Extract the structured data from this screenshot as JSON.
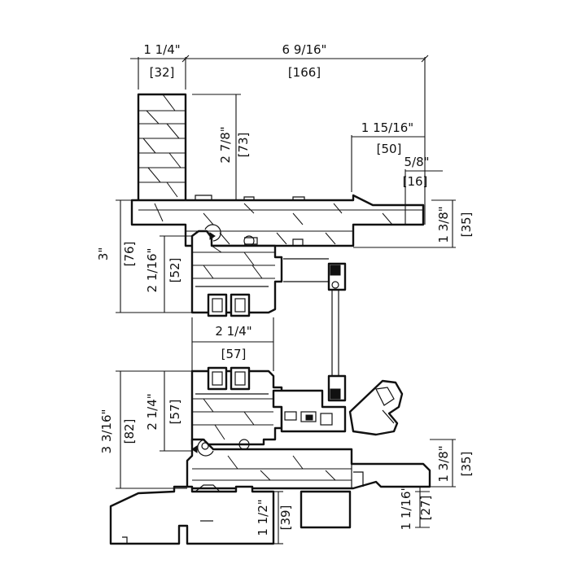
{
  "dimensions": {
    "head_jamb_width": "1 1/4\"",
    "head_jamb_width_mm": "[32]",
    "overall_depth": "6 9/16\"",
    "overall_depth_mm": "[166]",
    "head_jamb_height": "2 7/8\"",
    "head_jamb_height_mm": "[73]",
    "head_ext_depth": "1 15/16\"",
    "head_ext_depth_mm": "[50]",
    "head_lip": "5/8\"",
    "head_lip_mm": "[16]",
    "head_cladding_height": "1 3/8\"",
    "head_cladding_height_mm": "[35]",
    "top_rail_overall": "3\"",
    "top_rail_overall_mm": "[76]",
    "top_rail": "2 1/16\"",
    "top_rail_mm": "[52]",
    "sash_width": "2 1/4\"",
    "sash_width_mm": "[57]",
    "bottom_rail": "2 1/4\"",
    "bottom_rail_mm": "[57]",
    "bottom_rail_overall": "3 3/16\"",
    "bottom_rail_overall_mm": "[82]",
    "sill_cladding_height": "1 3/8\"",
    "sill_cladding_height_mm": "[35]",
    "sill_height": "1 1/2\"",
    "sill_height_mm": "[39]",
    "sill_nose": "1 1/16\"",
    "sill_nose_mm": "[27]"
  }
}
